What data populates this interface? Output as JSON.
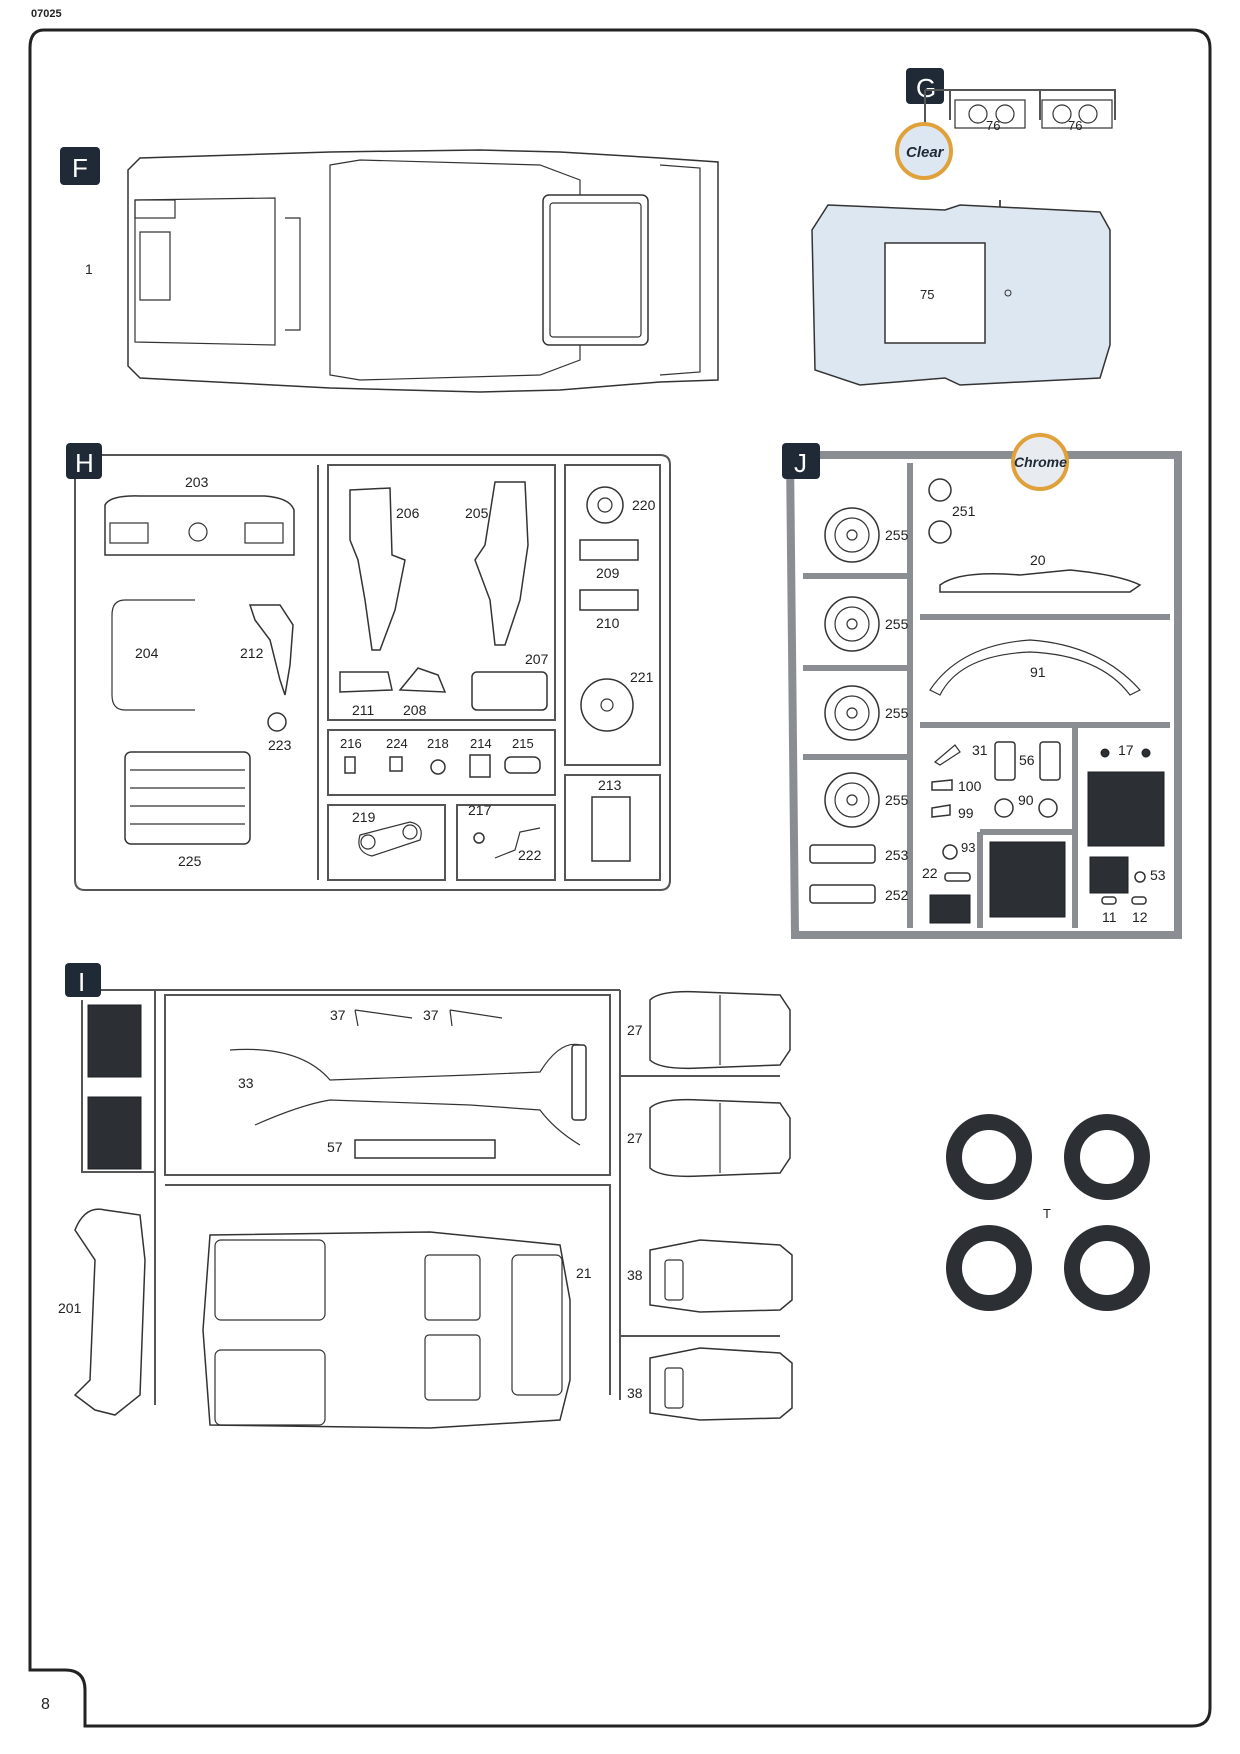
{
  "page": {
    "code": "07025",
    "number": "8"
  },
  "badges": {
    "F": "F",
    "G": "G",
    "H": "H",
    "J": "J",
    "I": "I",
    "clear_label": "Clear",
    "chrome_label": "Chrome"
  },
  "colors": {
    "badge": "#1f2a36",
    "clear_part": "#dde7f2",
    "chrome_frame": "#8a8e93",
    "dark_part": "#2c3035",
    "ring": "#e0a13a"
  },
  "tree_f": {
    "parts": [
      "1"
    ]
  },
  "tree_g": {
    "parts": [
      "76",
      "76",
      "75"
    ]
  },
  "tree_h": {
    "parts": [
      "203",
      "206",
      "205",
      "220",
      "209",
      "210",
      "204",
      "212",
      "207",
      "221",
      "211",
      "208",
      "223",
      "216",
      "224",
      "218",
      "214",
      "215",
      "225",
      "213",
      "219",
      "217",
      "222"
    ]
  },
  "tree_j": {
    "parts": [
      "251",
      "20",
      "255",
      "255",
      "91",
      "255",
      "31",
      "56",
      "17",
      "100",
      "90",
      "99",
      "255",
      "93",
      "253",
      "22",
      "53",
      "252",
      "11",
      "12"
    ]
  },
  "tree_i": {
    "parts": [
      "37",
      "37",
      "33",
      "57",
      "27",
      "27",
      "201",
      "21",
      "38",
      "38"
    ]
  },
  "tires": {
    "label": "T"
  }
}
